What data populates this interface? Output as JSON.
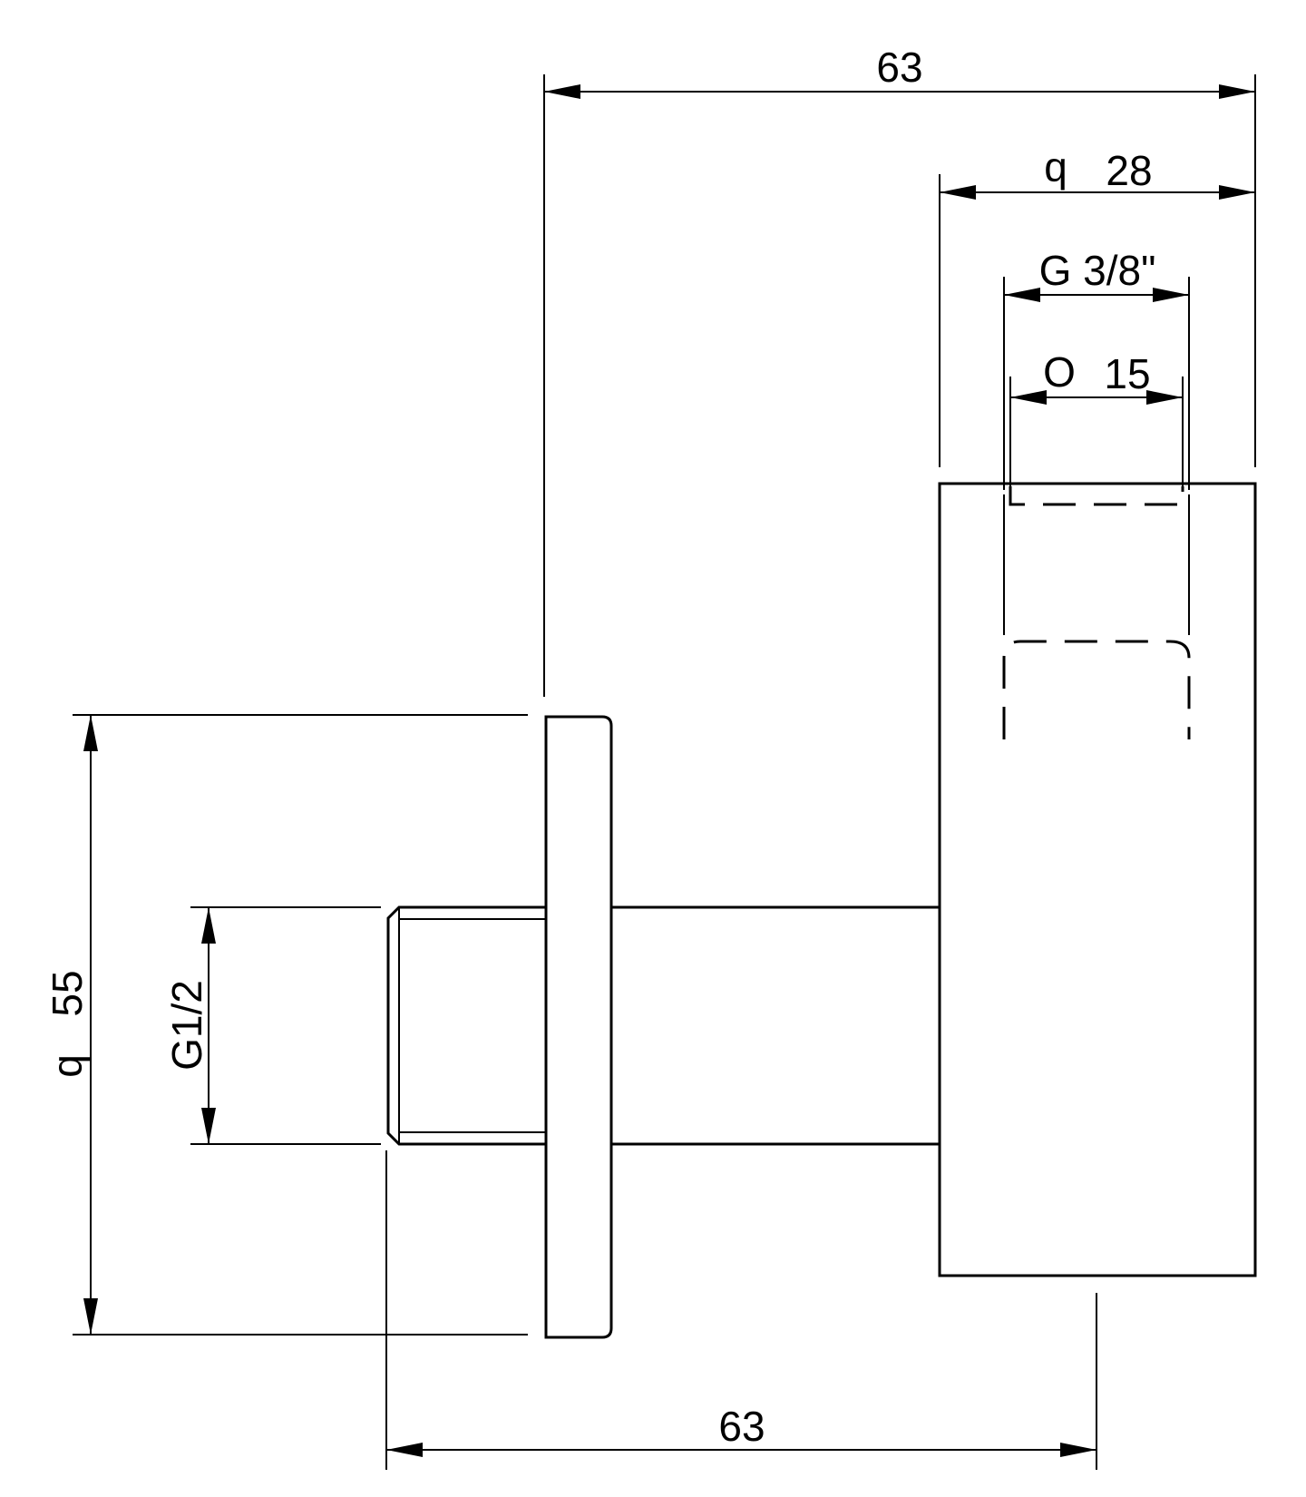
{
  "dimensions": {
    "top_overall": "63",
    "square_28": {
      "symbol": "q",
      "value": "28"
    },
    "thread_outlet": "G 3/8\"",
    "bore_15": {
      "symbol": "O",
      "value": "15"
    },
    "square_55": {
      "symbol": "q",
      "value": "55"
    },
    "thread_inlet": "G1/2",
    "bottom_overall": "63"
  }
}
